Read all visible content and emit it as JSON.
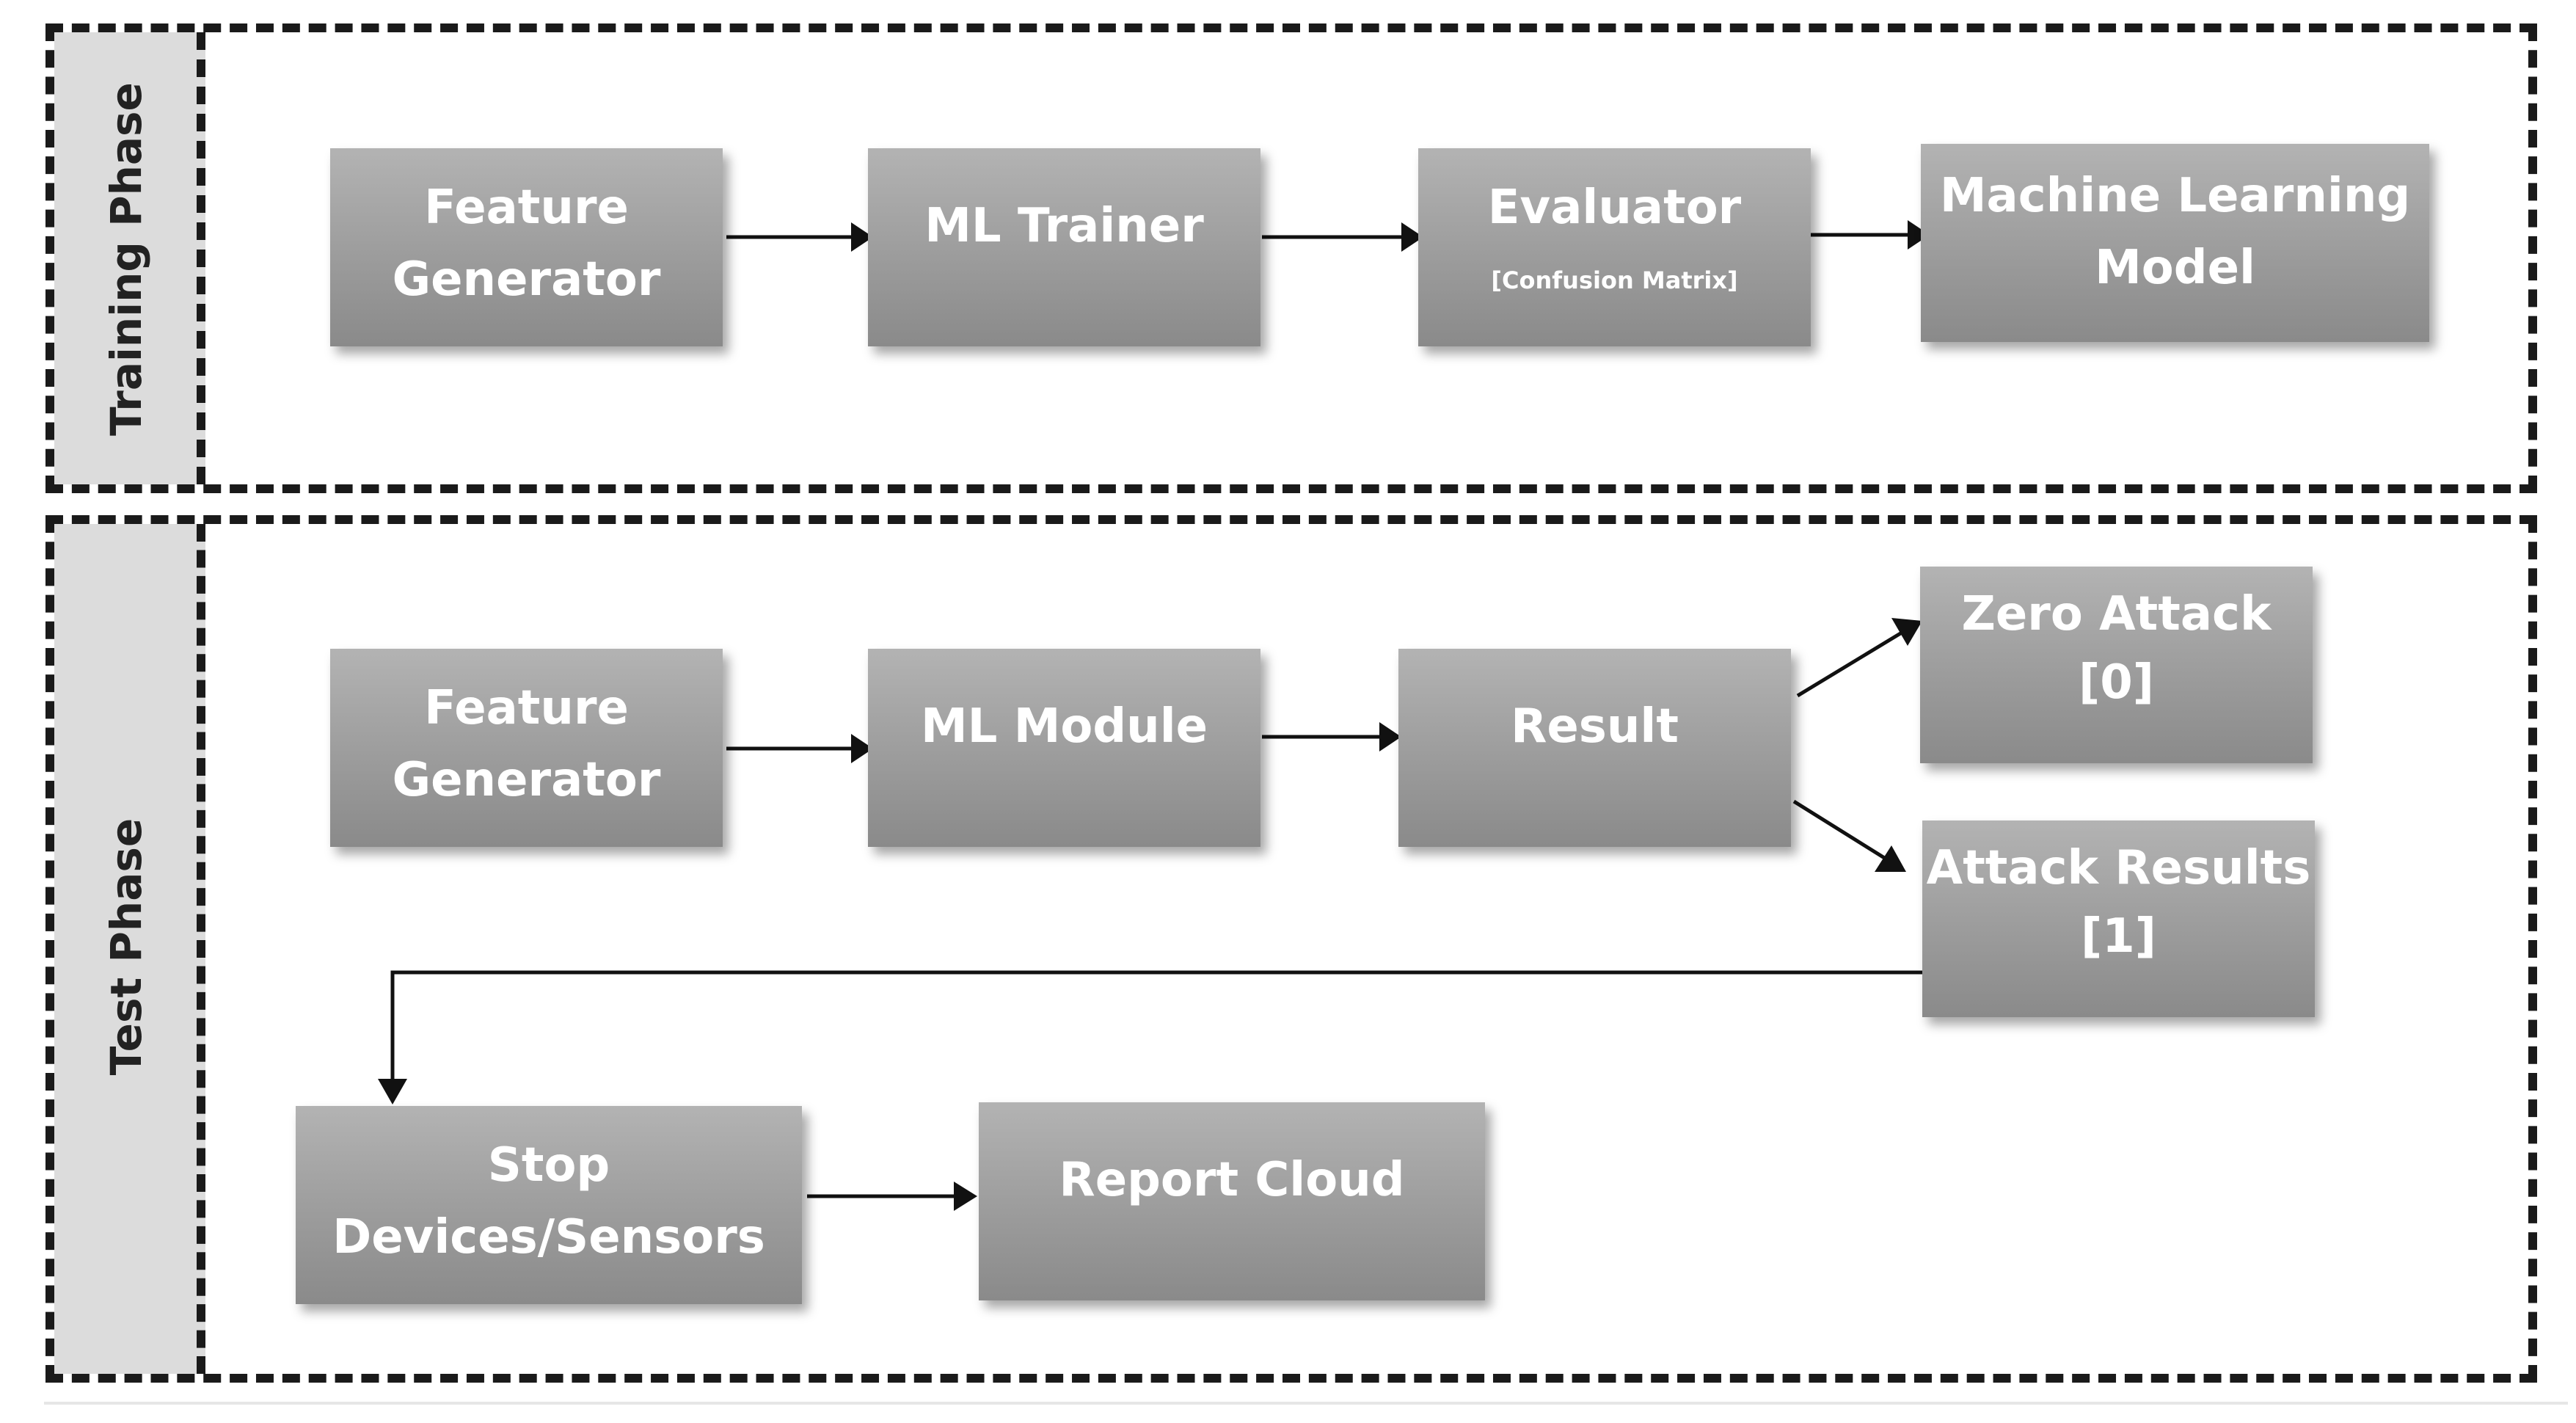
{
  "phases": {
    "training": {
      "label": "Training Phase"
    },
    "test": {
      "label": "Test Phase"
    }
  },
  "nodes": {
    "feature_generator_train": {
      "line1": "Feature",
      "line2": "Generator"
    },
    "ml_trainer": {
      "line1": "ML Trainer"
    },
    "evaluator": {
      "line1": "Evaluator",
      "sub": "[Confusion Matrix]"
    },
    "ml_model": {
      "line1": "Machine Learning",
      "line2": "Model"
    },
    "feature_generator_test": {
      "line1": "Feature",
      "line2": "Generator"
    },
    "ml_module": {
      "line1": "ML Module"
    },
    "result": {
      "line1": "Result"
    },
    "zero_attack": {
      "line1": "Zero Attack",
      "line2": "[0]"
    },
    "attack_results": {
      "line1": "Attack Results",
      "line2": "[1]"
    },
    "stop_devices": {
      "line1": "Stop",
      "line2": "Devices/Sensors"
    },
    "report_cloud": {
      "line1": "Report Cloud"
    }
  }
}
